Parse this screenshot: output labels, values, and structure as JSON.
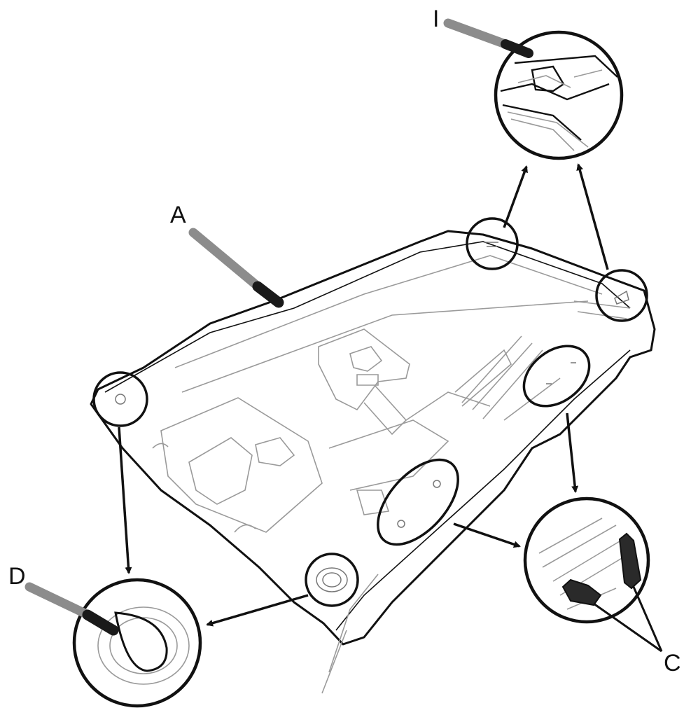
{
  "diagram": {
    "callouts": {
      "I": "I",
      "A": "A",
      "D": "D",
      "C": "C"
    },
    "colors": {
      "line": "#111111",
      "detail": "#9a9a9a",
      "pointer": "#8c8c8c",
      "background": "#ffffff"
    }
  }
}
